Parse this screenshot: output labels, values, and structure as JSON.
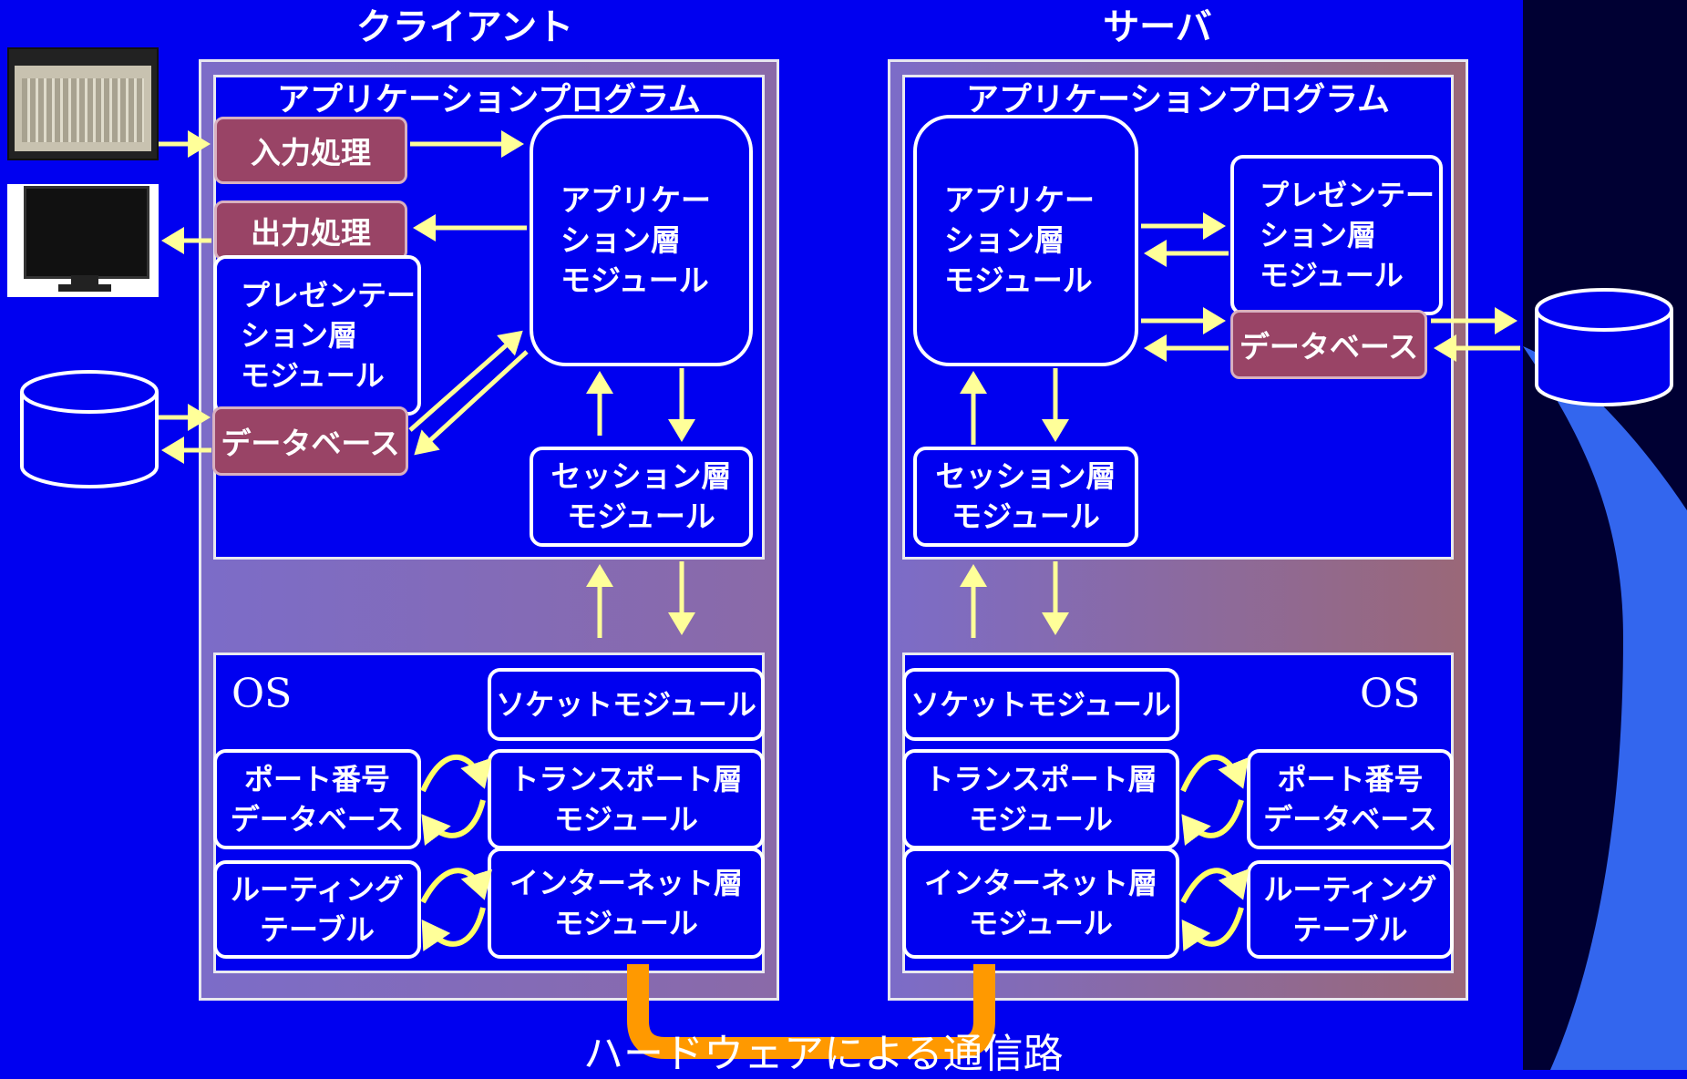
{
  "client": {
    "title": "クライアント",
    "app_title": "アプリケーションプログラム",
    "input": "入力処理",
    "output": "出力処理",
    "presentation": "プレゼンテー\nション層\nモジュール",
    "database": "データベース",
    "app_module": "アプリケー\nション層\nモジュール",
    "session": "セッション層\nモジュール",
    "os": "OS",
    "socket": "ソケットモジュール",
    "port_db": "ポート番号\nデータベース",
    "transport": "トランスポート層\nモジュール",
    "routing": "ルーティング\nテーブル",
    "internet": "インターネット層\nモジュール"
  },
  "server": {
    "title": "サーバ",
    "app_title": "アプリケーションプログラム",
    "app_module": "アプリケー\nション層\nモジュール",
    "presentation": "プレゼンテー\nション層\nモジュール",
    "database": "データベース",
    "session": "セッション層\nモジュール",
    "os": "OS",
    "socket": "ソケットモジュール",
    "transport": "トランスポート層\nモジュール",
    "port_db": "ポート番号\nデータベース",
    "internet": "インターネット層\nモジュール",
    "routing": "ルーティング\nテーブル"
  },
  "hardware_label": "ハードウェアによる通信路",
  "colors": {
    "background": "#0000f0",
    "arrow": "#ffff99",
    "maroon": "#994466",
    "hardware_path": "#ff9900"
  }
}
